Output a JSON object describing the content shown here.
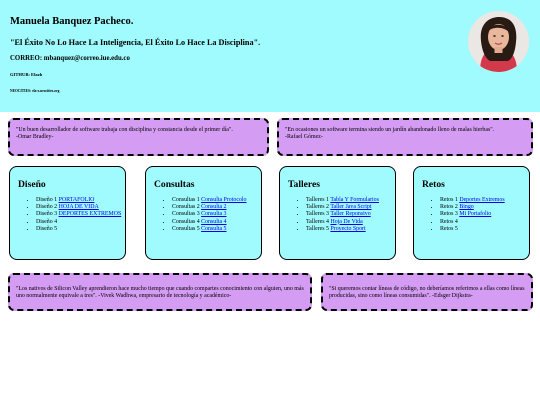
{
  "header": {
    "name": "Manuela Banquez Pacheco.",
    "motto": "\"El Éxito No Lo Hace La Inteligencia, El Éxito Lo Hace La Disciplina\".",
    "email": "CORREO: mbanquez@correo.iue.edu.co",
    "github": "GITHUB: Elazb",
    "neocities": "NEOCITIES: ela-z.neocities.org"
  },
  "quotes": [
    {
      "lines": [
        "\"Un buen desarrollador de software trabaja con disciplina y constancia desde el primer día\".",
        "-Omar Bradley-"
      ]
    },
    {
      "lines": [
        "\"En ocasiones un software termina siendo un jardín abandonado lleno de malas hierbas\".",
        "-Rafael Gómez-"
      ]
    },
    {
      "text": "\"Los nativos de Silicon Valley aprendieron hace mucho tiempo que cuando compartes conocimiento con alguien, uno más uno normalmente equivale a tres\". -Vivek Wadhwa, empresario de tecnología y académico-"
    },
    {
      "text": "\"Si queremos contar líneas de código, no deberíamos referirnos a ellas como líneas producidas, sino como líneas consumidas\". -Edsger Dijkstra-"
    }
  ],
  "cards": [
    {
      "title": "Diseño",
      "items": [
        {
          "prefix": "Diseño 1 ",
          "link": "PORTAFOLIO"
        },
        {
          "prefix": "Diseño 2 ",
          "link": "HOJA DE VIDA"
        },
        {
          "prefix": "Diseño 3 ",
          "link": "DEPORTES EXTREMOS"
        },
        {
          "prefix": "Diseño 4",
          "link": ""
        },
        {
          "prefix": "Diseño 5",
          "link": ""
        }
      ]
    },
    {
      "title": "Consultas",
      "items": [
        {
          "prefix": "Consultas 1 ",
          "link": "Consulta Protocolo"
        },
        {
          "prefix": "Consultas 2 ",
          "link": "Consulta 2"
        },
        {
          "prefix": "Consultas 3 ",
          "link": "Consulta 3"
        },
        {
          "prefix": "Consultas 4 ",
          "link": "Consulta 4"
        },
        {
          "prefix": "Consultas 5 ",
          "link": "Consulta 5"
        }
      ]
    },
    {
      "title": "Talleres",
      "items": [
        {
          "prefix": "Talleres 1 ",
          "link": "Tabla Y Formularios"
        },
        {
          "prefix": "Talleres 2 ",
          "link": "Taller Java Script"
        },
        {
          "prefix": "Talleres 3 ",
          "link": "Taller Reponsivo"
        },
        {
          "prefix": "Talleres 4 ",
          "link": "Hoja De Vida"
        },
        {
          "prefix": "Talleres 5 ",
          "link": "Proyecto Sport"
        }
      ]
    },
    {
      "title": "Retos",
      "items": [
        {
          "prefix": "Retos 1 ",
          "link": "Deportes Extremos"
        },
        {
          "prefix": "Retos 2 ",
          "link": "Bingo"
        },
        {
          "prefix": "Retos 3 ",
          "link": "Mi Portafolio"
        },
        {
          "prefix": "Retos 4",
          "link": ""
        },
        {
          "prefix": "Retos 5",
          "link": ""
        }
      ]
    }
  ],
  "colors": {
    "header_bg": "#9ffbfd",
    "quote_bg": "#d49cf3",
    "card_bg": "#9ffbfd",
    "link": "#0000ee"
  }
}
